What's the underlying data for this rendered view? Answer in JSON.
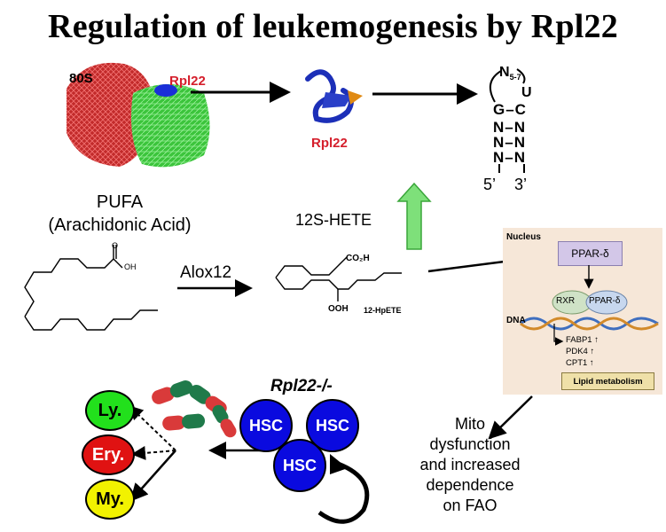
{
  "title": "Regulation of leukemogenesis by Rpl22",
  "ribosome": {
    "label_80s": "80S",
    "label_rpl22": "Rpl22"
  },
  "protein": {
    "label": "Rpl22"
  },
  "hairpin": {
    "loop": "N",
    "loop_sub": "5-7",
    "u": "U",
    "pair_top": "G–C",
    "pairs": [
      "N–N",
      "N–N",
      "N–N"
    ],
    "end5": "5’",
    "end3": "3’"
  },
  "pufa": {
    "line1": "PUFA",
    "line2": "(Arachidonic Acid)",
    "oh": "OH",
    "o": "O"
  },
  "enzyme": "Alox12",
  "hpete": {
    "co2h": "CO₂H",
    "ooh": "OOH",
    "name": "12-HpETE"
  },
  "hete": "12S-HETE",
  "nucleus": {
    "title": "Nucleus",
    "ppar": "PPAR-δ",
    "rxr": "RXR",
    "ppar2": "PPAR-δ",
    "dna": "DNA",
    "genes": [
      "FABP1 ↑",
      "PDK4 ↑",
      "CPT1 ↑"
    ],
    "lipid": "Lipid metabolism"
  },
  "mito": [
    "Mito",
    "dysfunction",
    "and increased",
    "dependence",
    "on  FAO"
  ],
  "knockout": "Rpl22-/-",
  "hsc": [
    "HSC",
    "HSC",
    "HSC"
  ],
  "lineages": [
    "Ly.",
    "Ery.",
    "My."
  ],
  "colors": {
    "ly": "#22e01c",
    "ery": "#e01212",
    "my": "#f2f200",
    "hsc": "#0a0adf",
    "arrow_green": "#7ee07a"
  }
}
